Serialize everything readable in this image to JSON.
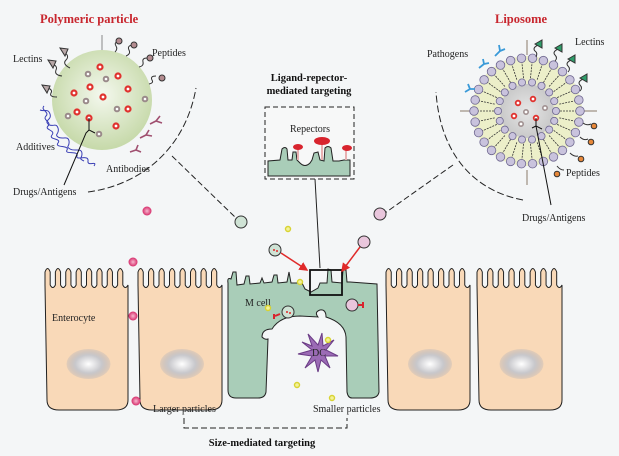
{
  "titles": {
    "polymeric": "Polymeric particle",
    "liposome": "Liposome",
    "ligand_line1": "Ligand-repector-",
    "ligand_line2": "mediated targeting",
    "size_mediated": "Size-mediated targeting"
  },
  "polymeric_labels": {
    "lectins": "Lectins",
    "peptides": "Peptides",
    "additives": "Additives",
    "antibodies": "Antibodies",
    "drugs": "Drugs/Antigens"
  },
  "liposome_labels": {
    "pathogens": "Pathogens",
    "lectins": "Lectins",
    "peptides": "Peptides",
    "drugs": "Drugs/Antigens"
  },
  "inset_labels": {
    "repectors": "Repectors"
  },
  "cell_labels": {
    "enterocyte": "Enterocyte",
    "m_cell": "M cell",
    "dc": "DC",
    "larger": "Larger particles",
    "smaller": "Smaller particles"
  },
  "colors": {
    "title_red": "#c8262e",
    "enterocyte_fill": "#f9d9b8",
    "m_cell_fill": "#a9cdb8",
    "dc_fill": "#9b6bb5",
    "large_particle": "#d62c6a",
    "small_particle": "#e3e04a",
    "arrow_red": "#e02a2a"
  }
}
